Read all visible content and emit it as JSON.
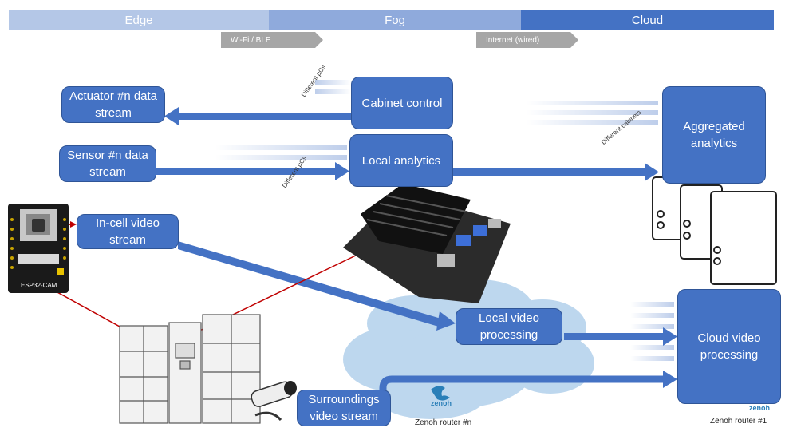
{
  "zones": {
    "edge": "Edge",
    "fog": "Fog",
    "cloud": "Cloud"
  },
  "links": {
    "wifi_ble": "Wi-Fi / BLE",
    "internet_wired": "Internet (wired)"
  },
  "boxes": {
    "actuator_stream": "Actuator #n data stream",
    "sensor_stream": "Sensor #n data stream",
    "in_cell_video": "In-cell video stream",
    "surroundings_video": "Surroundings video stream",
    "cabinet_control": "Cabinet control",
    "local_analytics": "Local analytics",
    "local_video_processing": "Local video processing",
    "aggregated_analytics": "Aggregated analytics",
    "cloud_video_processing": "Cloud video processing"
  },
  "arrow_labels": {
    "different_ucs_top": "Different µCs",
    "different_ucs_bottom": "Different µCs",
    "different_cabinets": "Different cabinets"
  },
  "captions": {
    "esp32": "ESP32-CAM",
    "zenoh_router_n": "Zenoh router #n",
    "zenoh_router_1": "Zenoh router #1",
    "zenoh_logo": "zenoh"
  },
  "colors": {
    "edge_band": "#b4c7e7",
    "fog_band": "#8faadc",
    "cloud_band": "#4472c4",
    "box_fill": "#4472c4",
    "arrow": "#4472c4",
    "red_connector": "#c00000",
    "cloud_fill": "#bdd7ee"
  }
}
